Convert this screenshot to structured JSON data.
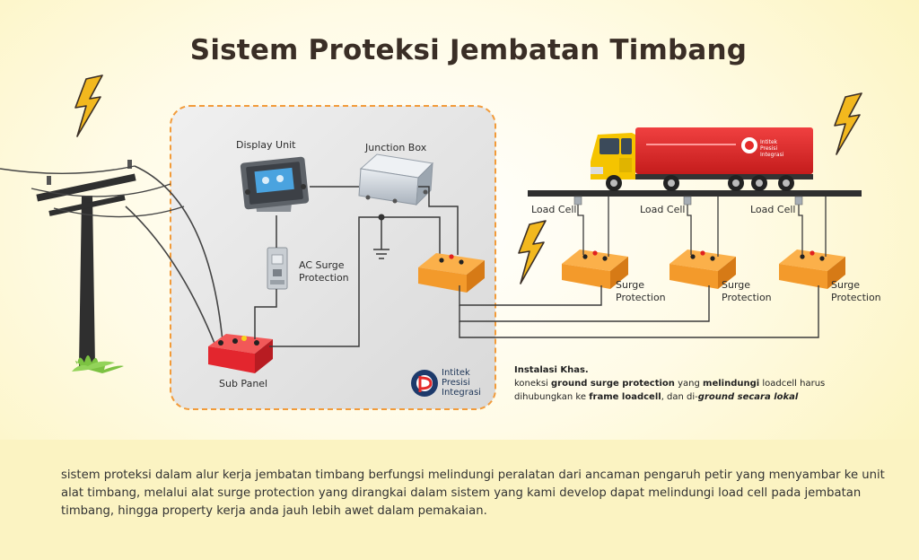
{
  "title": "Sistem Proteksi Jembatan Timbang",
  "labels": {
    "display_unit": "Display Unit",
    "junction_box": "Junction Box",
    "ac_surge_line1": "AC Surge",
    "ac_surge_line2": "Protection",
    "sub_panel": "Sub Panel",
    "load_cell": "Load Cell",
    "surge_line1": "Surge",
    "surge_line2": "Protection"
  },
  "logo": {
    "line1": "Intitek",
    "line2": "Presisi",
    "line3": "Integrasi"
  },
  "truck_logo": {
    "line1": "Intitek",
    "line2": "Presisi",
    "line3": "Integrasi"
  },
  "note": {
    "heading": "Instalasi Khas.",
    "t1": "koneksi ",
    "b1": "ground surge protection",
    "t2": " yang ",
    "b2": "melindungi",
    "t3": " loadcell harus dihubungkan ke ",
    "b3": "frame loadcell",
    "t4": ", dan di-",
    "b4": "ground secara lokal"
  },
  "description": "sistem proteksi dalam alur kerja jembatan timbang berfungsi melindungi peralatan dari ancaman pengaruh petir yang menyambar ke unit alat timbang, melalui alat surge protection yang dirangkai dalam sistem yang kami develop dapat melindungi load cell pada jembatan timbang, hingga property kerja anda jauh lebih awet dalam pemakaian.",
  "colors": {
    "title": "#3a2e26",
    "surge_orange": "#f39a2b",
    "sub_panel_red": "#e3262e",
    "truck_red": "#e52b2a",
    "cab_yellow": "#f5c400",
    "lightning": "#f2b81e",
    "panel_border": "#f29b3a",
    "panel_fill": "#e8e8e8",
    "bottom_band": "#fbf3c2"
  }
}
